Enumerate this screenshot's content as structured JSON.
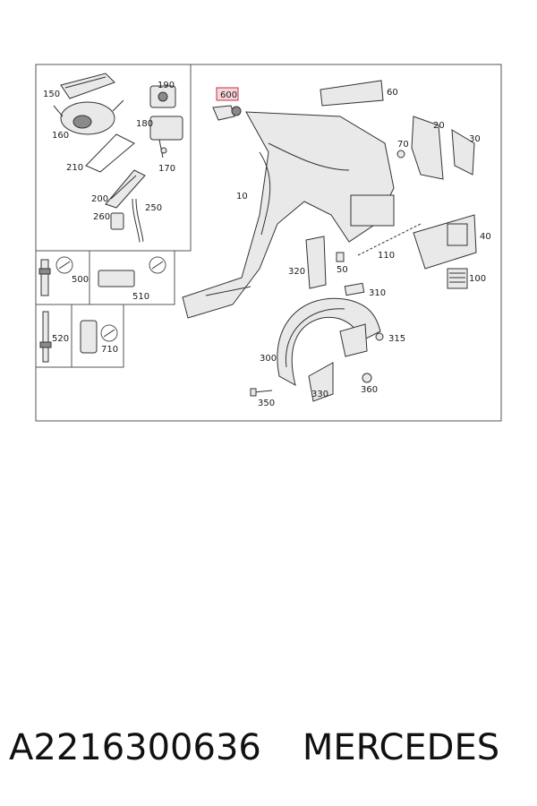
{
  "diagram": {
    "highlighted_part": "600",
    "highlight_color": "#e8a0a8",
    "callouts": {
      "p150": "150",
      "p160": "160",
      "p190": "190",
      "p180": "180",
      "p170": "170",
      "p210": "210",
      "p200": "200",
      "p250": "250",
      "p260": "260",
      "p500": "500",
      "p510": "510",
      "p520": "520",
      "p710": "710",
      "p600": "600",
      "p60": "60",
      "p20": "20",
      "p30": "30",
      "p70": "70",
      "p10": "10",
      "p40": "40",
      "p50": "50",
      "p110": "110",
      "p100": "100",
      "p320": "320",
      "p310": "310",
      "p315": "315",
      "p300": "300",
      "p330": "330",
      "p360": "360",
      "p350": "350"
    }
  },
  "footer": {
    "part_number": "A2216300636",
    "brand": "MERCEDES"
  }
}
